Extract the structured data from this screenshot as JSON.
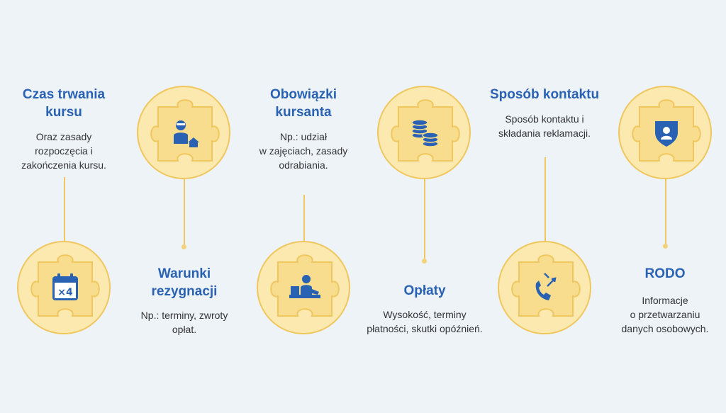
{
  "colors": {
    "background": "#eef3f8",
    "circle_fill": "#fbe9b0",
    "circle_border": "#f0c75e",
    "puzzle_fill": "#f9dd8e",
    "icon": "#2a62b3",
    "title": "#2a62b3",
    "text": "#333333"
  },
  "steps": [
    {
      "title": [
        "Czas trwania",
        "kursu"
      ],
      "description": [
        "Oraz zasady",
        "rozpoczęcia i",
        "zakończenia kursu."
      ],
      "icon": "calendar-x4-icon"
    },
    {
      "title": [
        "Warunki",
        "rezygnacji"
      ],
      "description": [
        "Np.: terminy, zwroty",
        "opłat."
      ],
      "icon": "person-home-icon"
    },
    {
      "title": [
        "Obowiązki",
        "kursanta"
      ],
      "description": [
        "Np.: udział",
        "w zajęciach, zasady",
        "odrabiania."
      ],
      "icon": "person-at-desk-icon"
    },
    {
      "title": [
        "Opłaty"
      ],
      "description": [
        "Wysokość, terminy",
        "płatności, skutki opóźnień."
      ],
      "icon": "coins-stack-icon"
    },
    {
      "title": [
        "Sposób kontaktu"
      ],
      "description": [
        "Sposób kontaktu i",
        "składania reklamacji."
      ],
      "icon": "phone-call-icon"
    },
    {
      "title": [
        "RODO"
      ],
      "description": [
        "Informacje",
        "o przetwarzaniu",
        "danych osobowych."
      ],
      "icon": "shield-user-icon"
    }
  ]
}
